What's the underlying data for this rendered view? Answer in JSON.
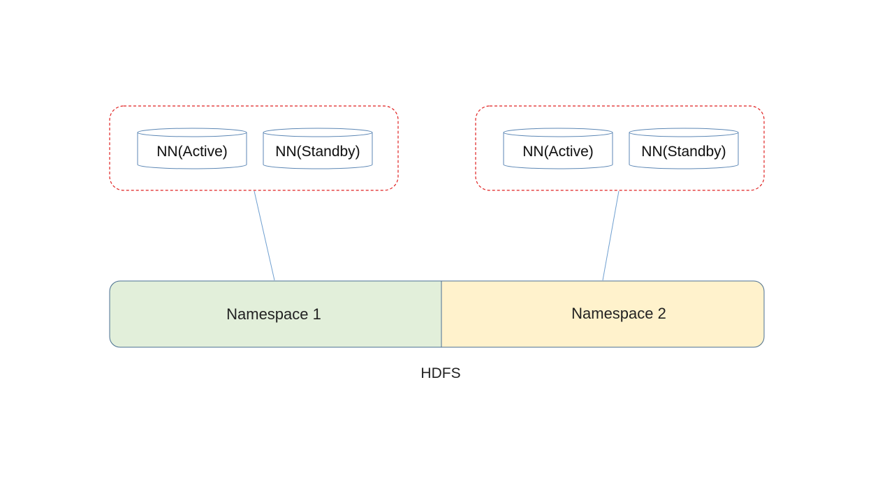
{
  "colors": {
    "cluster_border": "#e02020",
    "cylinder_stroke": "#5b86b4",
    "connector": "#6f9fd0",
    "namespace_border": "#4a6f93",
    "namespace_1_fill": "#e2efda",
    "namespace_2_fill": "#fff2cc"
  },
  "clusters": [
    {
      "nodes": [
        {
          "label": "NN(Active)"
        },
        {
          "label": "NN(Standby)"
        }
      ]
    },
    {
      "nodes": [
        {
          "label": "NN(Active)"
        },
        {
          "label": "NN(Standby)"
        }
      ]
    }
  ],
  "namespaces": [
    {
      "label": "Namespace 1"
    },
    {
      "label": "Namespace 2"
    }
  ],
  "caption": "HDFS"
}
